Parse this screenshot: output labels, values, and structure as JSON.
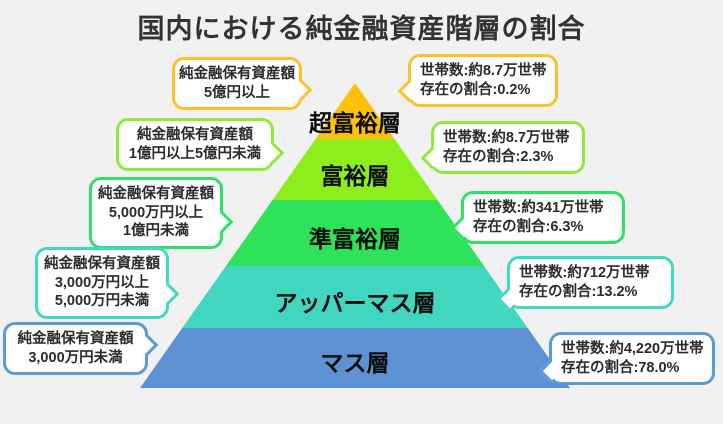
{
  "page": {
    "title": "国内における純金融資産階層の割合",
    "background_color": "#F1F1F2",
    "title_color": "#333333"
  },
  "tiers": [
    {
      "label": "超富裕層",
      "color": "#FFC00A",
      "callout_color": "#FFC12B",
      "asset": {
        "lines": [
          "純金融保有資産額",
          "5億円以上"
        ]
      },
      "households": {
        "lines": [
          "世帯数:約8.7万世帯",
          "存在の割合:0.2%"
        ]
      }
    },
    {
      "label": "富裕層",
      "color": "#8CEF1D",
      "callout_color": "#8FE93C",
      "asset": {
        "lines": [
          "純金融保有資産額",
          "1億円以上5億円未満"
        ]
      },
      "households": {
        "lines": [
          "世帯数:約8.7万世帯",
          "存在の割合:2.3%"
        ]
      }
    },
    {
      "label": "準富裕層",
      "color": "#2EE25A",
      "callout_color": "#30E163",
      "asset": {
        "lines": [
          "純金融保有資産額",
          "5,000万円以上",
          "1億円未満"
        ]
      },
      "households": {
        "lines": [
          "世帯数:約341万世帯",
          "存在の割合:6.3%"
        ]
      }
    },
    {
      "label": "アッパーマス層",
      "color": "#41D6C0",
      "callout_color": "#3EDAC5",
      "asset": {
        "lines": [
          "純金融保有資産額",
          "3,000万円以上",
          "5,000万円未満"
        ]
      },
      "households": {
        "lines": [
          "世帯数:約712万世帯",
          "存在の割合:13.2%"
        ]
      }
    },
    {
      "label": "マス層",
      "color": "#5C92D2",
      "callout_color": "#5B9AD6",
      "asset": {
        "lines": [
          "純金融保有資産額",
          "3,000万円未満"
        ]
      },
      "households": {
        "lines": [
          "世帯数:約4,220万世帯",
          "存在の割合:78.0%"
        ]
      }
    }
  ]
}
